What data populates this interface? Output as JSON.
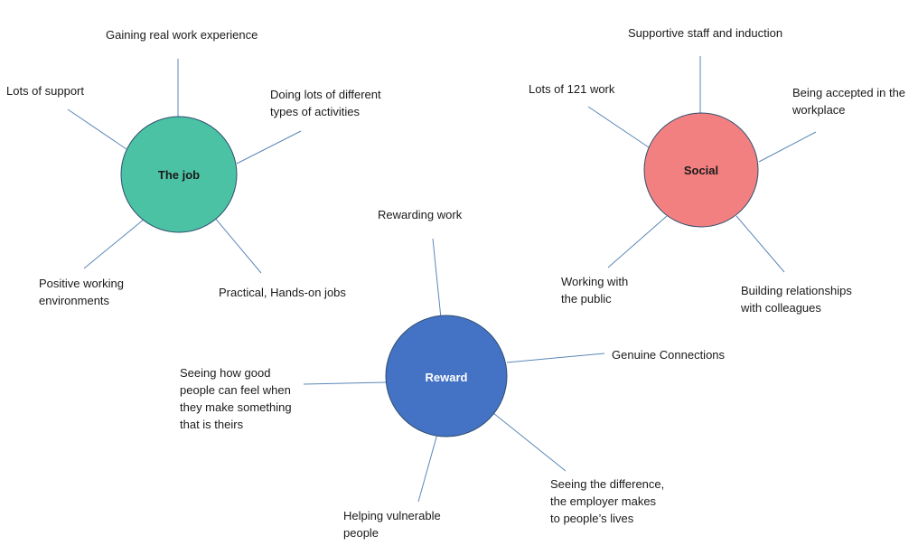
{
  "hubs": {
    "job": {
      "label": "The job",
      "fill": "#4cc2a5",
      "text_color": "#1a1a1a"
    },
    "social": {
      "label": "Social",
      "fill": "#f28080",
      "text_color": "#1a1a1a"
    },
    "reward": {
      "label": "Reward",
      "fill": "#4472c4",
      "text_color": "#ffffff"
    }
  },
  "colors": {
    "connector": "#5b87b8",
    "hub_stroke": "#2f4f6f",
    "text": "#1a1a1a"
  },
  "labels": {
    "job": {
      "gaining": "Gaining real work experience",
      "support": "Lots of support",
      "activities": [
        "Doing lots of different",
        "types of activities"
      ],
      "positive": [
        "Positive working",
        "environments"
      ],
      "practical": "Practical, Hands-on jobs"
    },
    "social": {
      "supportive": "Supportive staff and induction",
      "lots121": "Lots of 121 work",
      "accepted": [
        "Being accepted in the",
        "workplace"
      ],
      "public": [
        "Working with",
        "the public"
      ],
      "relationships": [
        "Building relationships",
        "with colleagues"
      ]
    },
    "reward": {
      "rewarding": "Rewarding work",
      "genuine": "Genuine Connections",
      "seeing_good": [
        "Seeing how good",
        "people can feel when",
        "they make something",
        "that is theirs"
      ],
      "difference": [
        "Seeing the difference,",
        "the employer makes",
        "to people’s lives"
      ],
      "vulnerable": [
        "Helping vulnerable",
        "people"
      ]
    }
  }
}
